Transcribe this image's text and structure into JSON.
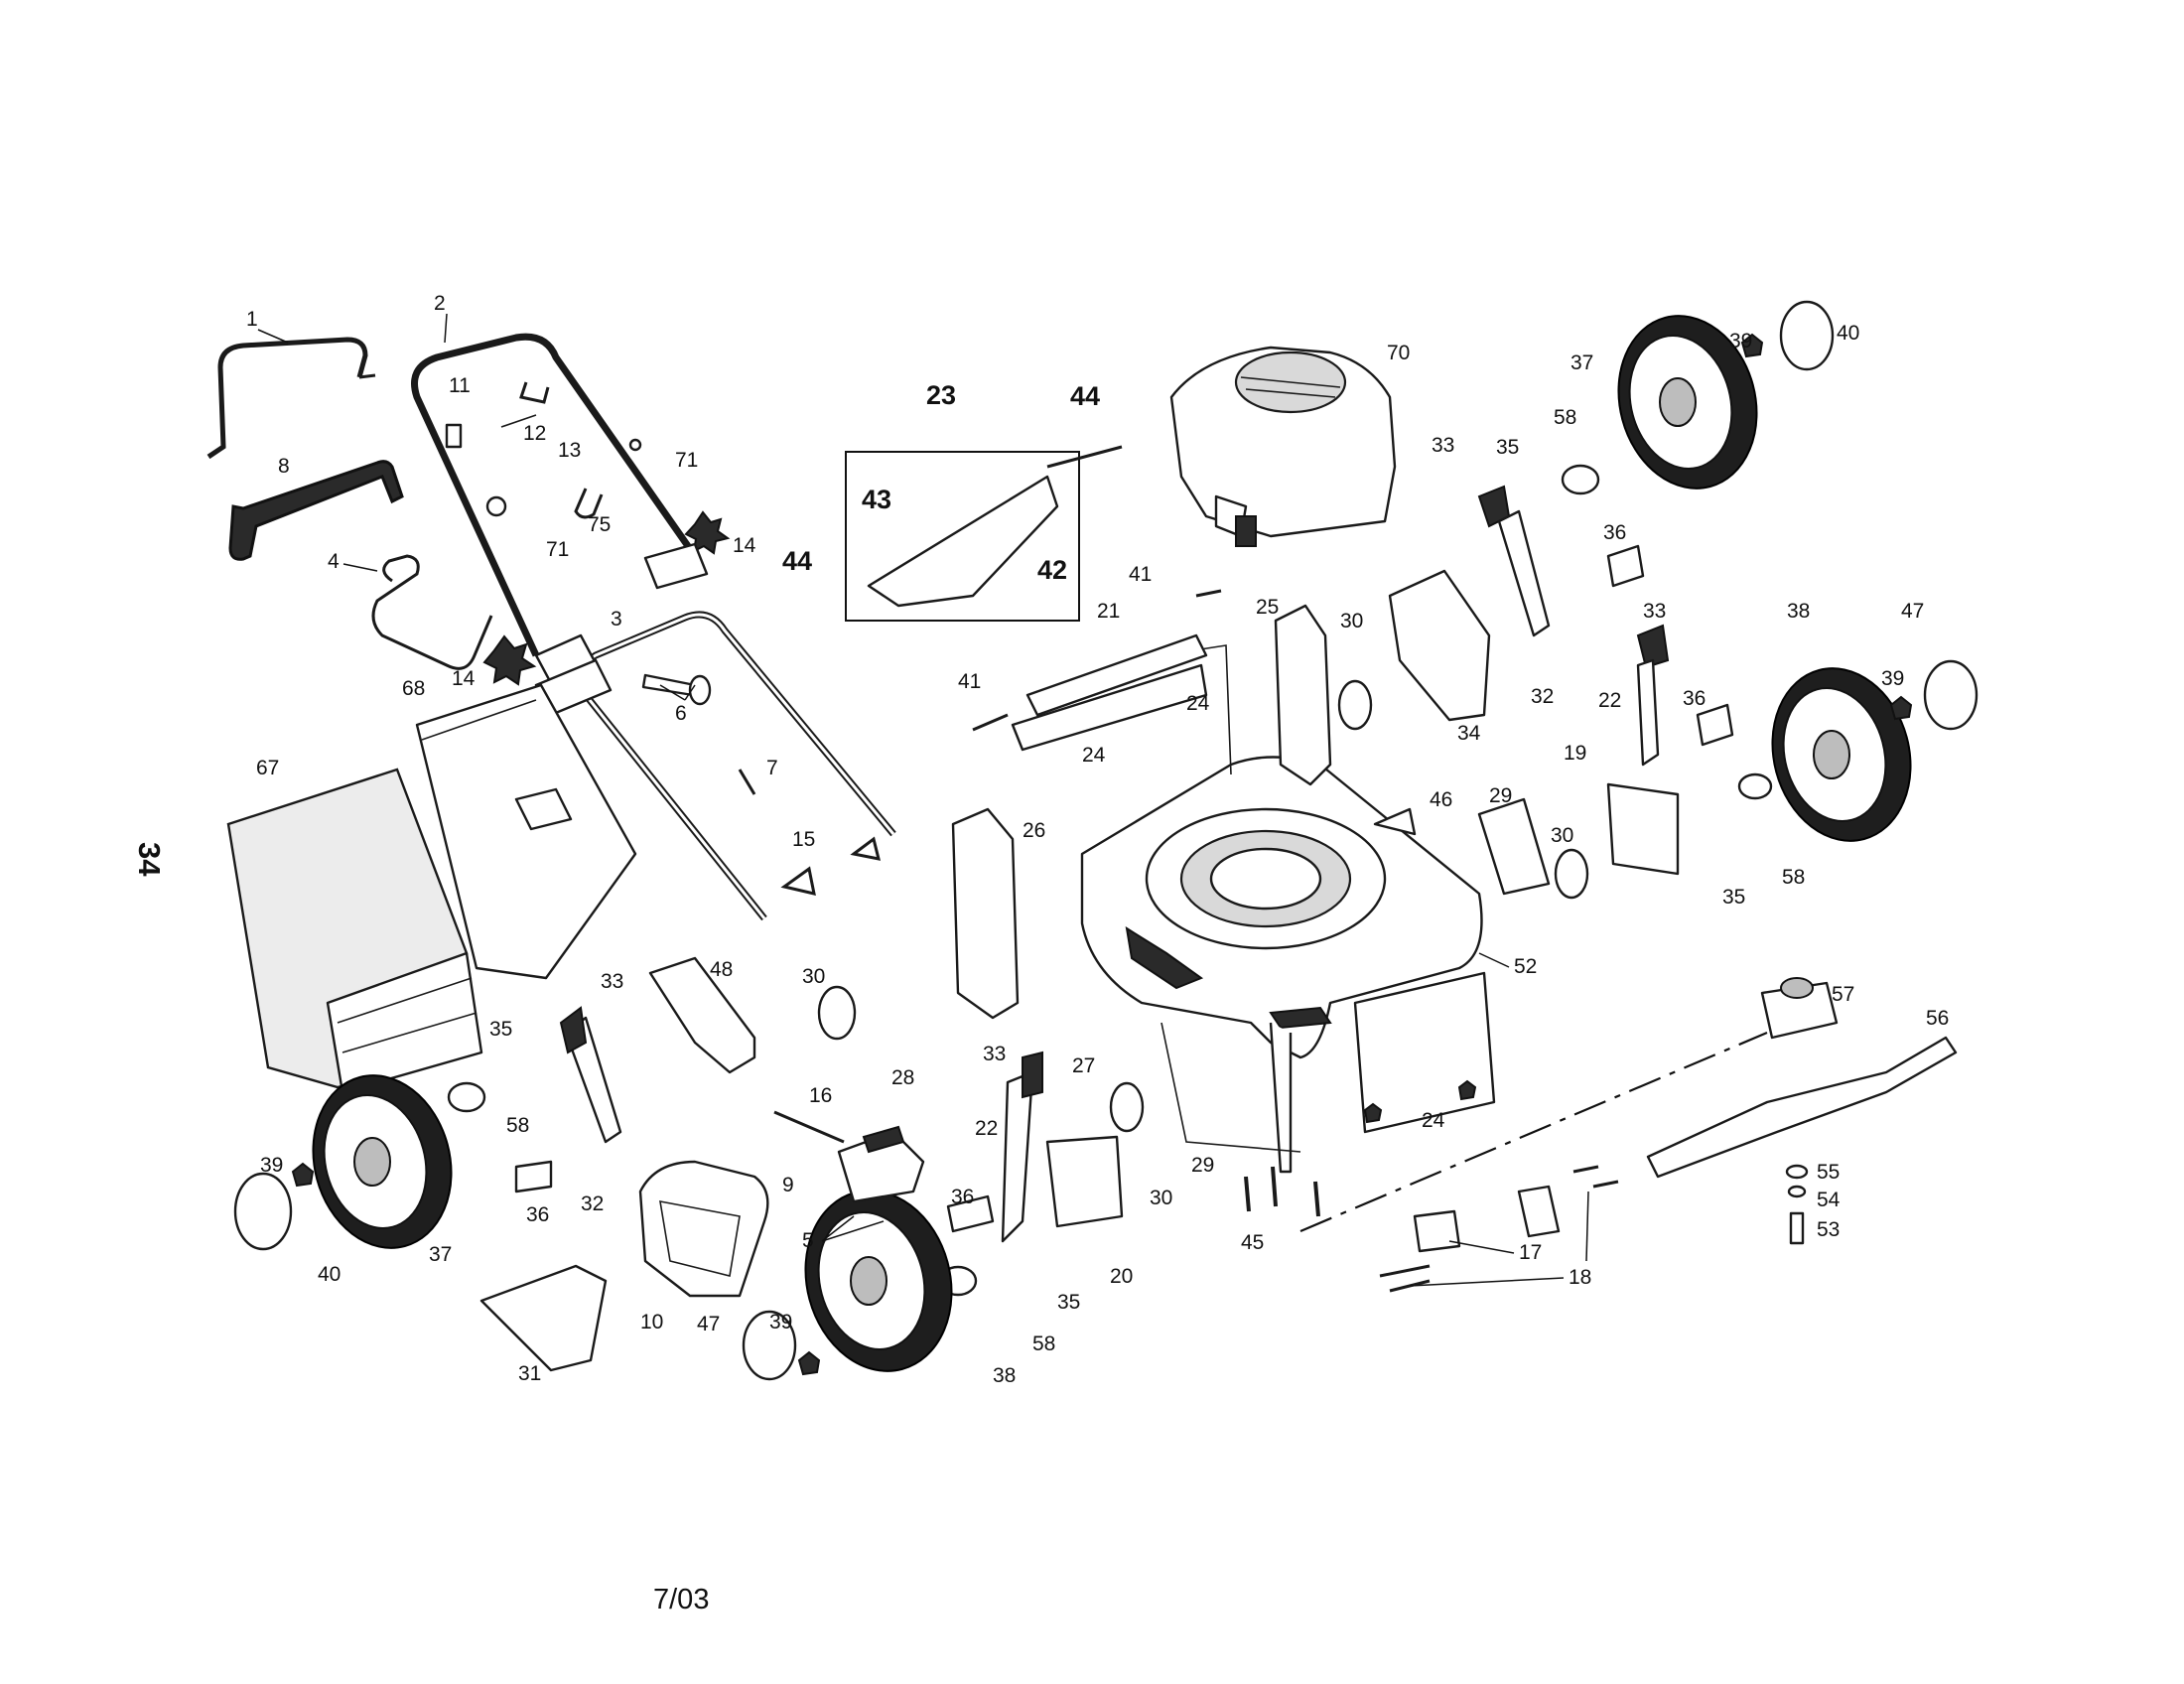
{
  "page": {
    "page_number": "34",
    "date_code": "7/03"
  },
  "callouts": {
    "c1": "1",
    "c2": "2",
    "c3": "3",
    "c4": "4",
    "c5": "5",
    "c6": "6",
    "c7": "7",
    "c8": "8",
    "c9": "9",
    "c10": "10",
    "c11": "11",
    "c12": "12",
    "c13": "13",
    "c14": "14",
    "c15": "15",
    "c16": "16",
    "c17": "17",
    "c18": "18",
    "c19": "19",
    "c20": "20",
    "c21": "21",
    "c22": "22",
    "c23": "23",
    "c24": "24",
    "c25": "25",
    "c26": "26",
    "c27": "27",
    "c28": "28",
    "c29": "29",
    "c30": "30",
    "c31": "31",
    "c32": "32",
    "c33": "33",
    "c34": "34",
    "c35": "35",
    "c36": "36",
    "c37": "37",
    "c38": "38",
    "c39": "39",
    "c40": "40",
    "c41": "41",
    "c42": "42",
    "c43": "43",
    "c44": "44",
    "c45": "45",
    "c46": "46",
    "c47": "47",
    "c48": "48",
    "c52": "52",
    "c53": "53",
    "c54": "54",
    "c55": "55",
    "c56": "56",
    "c57": "57",
    "c58": "58",
    "c67": "67",
    "c68": "68",
    "c70": "70",
    "c71": "71",
    "c75": "75"
  },
  "colors": {
    "ink": "#111111",
    "tire": "#1e1e1e",
    "background": "#ffffff"
  }
}
